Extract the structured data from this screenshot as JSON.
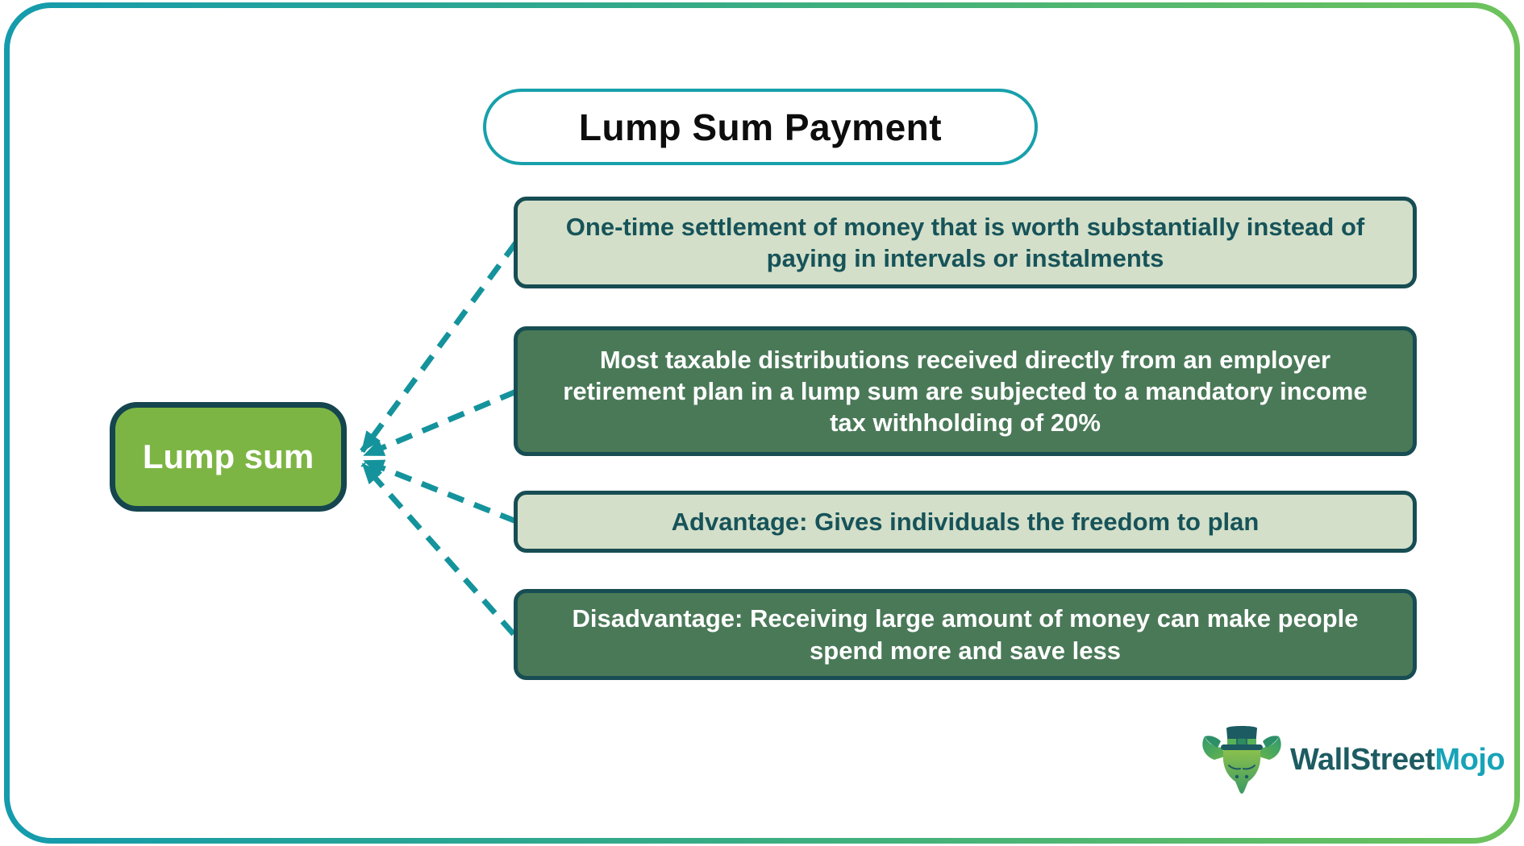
{
  "title": {
    "label": "Lump Sum Payment"
  },
  "node": {
    "label": "Lump sum"
  },
  "boxes": [
    {
      "variant": "light",
      "text": "One-time settlement of money that is worth substantially instead of paying in intervals or instalments"
    },
    {
      "variant": "dark",
      "text": "Most taxable distributions received directly from an employer retirement plan in a lump sum are subjected to a mandatory income tax withholding of 20%"
    },
    {
      "variant": "light",
      "text": "Advantage: Gives individuals the freedom to plan"
    },
    {
      "variant": "dark",
      "text": "Disadvantage: Receiving large amount of money can make people spend more and save less"
    }
  ],
  "logo": {
    "part1": "WallStreet",
    "part2": "Mojo"
  },
  "colors": {
    "frame_gradient_left": "#149bad",
    "frame_gradient_right": "#6ec35b",
    "title_border": "#17a0ab",
    "node_fill": "#7cb544",
    "node_border": "#15454e",
    "box_border": "#174d53",
    "box_light_fill": "#d3dfc9",
    "box_dark_fill": "#4a7958",
    "box_light_text": "#175359",
    "box_dark_text": "#ffffff",
    "arrow": "#14939c",
    "logo_text_dark": "#1d5b62",
    "logo_text_teal": "#17a3b8"
  }
}
